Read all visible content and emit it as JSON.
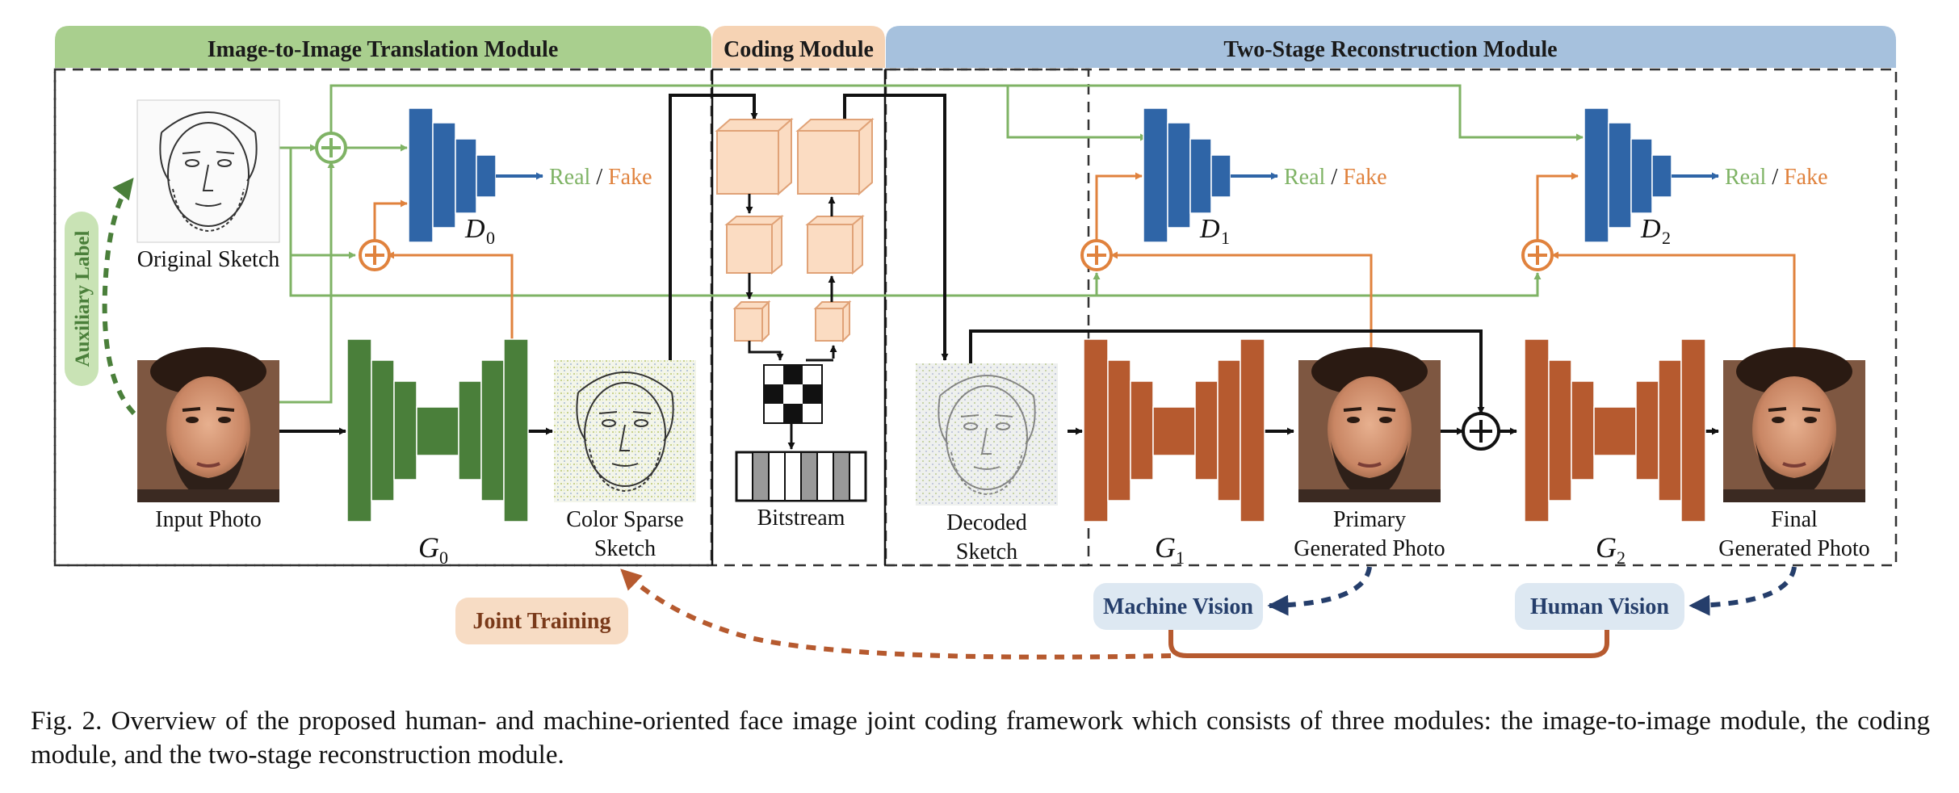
{
  "modules": {
    "i2i": "Image-to-Image Translation Module",
    "coding": "Coding Module",
    "recon": "Two-Stage Reconstruction Module"
  },
  "labels": {
    "original_sketch": "Original Sketch",
    "input_photo": "Input Photo",
    "color_sparse_1": "Color Sparse",
    "color_sparse_2": "Sketch",
    "bitstream": "Bitstream",
    "decoded_1": "Decoded",
    "decoded_2": "Sketch",
    "primary_1": "Primary",
    "primary_2": "Generated Photo",
    "final_1": "Final",
    "final_2": "Generated Photo",
    "auxiliary": "Auxiliary Label",
    "joint_training": "Joint Training",
    "machine_vision": "Machine Vision",
    "human_vision": "Human Vision"
  },
  "networks": {
    "g0": "G",
    "g0_sub": "0",
    "g1": "G",
    "g1_sub": "1",
    "g2": "G",
    "g2_sub": "2",
    "d0": "D",
    "d0_sub": "0",
    "d1": "D",
    "d1_sub": "1",
    "d2": "D",
    "d2_sub": "2"
  },
  "outputs": {
    "real": "Real",
    "sep": " / ",
    "fake": "Fake"
  },
  "caption": "Fig. 2.  Overview of the proposed human- and machine-oriented face image joint coding framework which consists of three modules: the image-to-image module, the coding module, and the two-stage reconstruction module.",
  "colors": {
    "green_header": "#a9cf8e",
    "orange_header": "#f6d3b4",
    "blue_header": "#a6c1dd",
    "discriminator": "#2f65a7",
    "generator_g0": "#4a7f3a",
    "generator_g12": "#b65a2f",
    "line_green": "#7fb365",
    "line_orange": "#e0823d",
    "cube": "#fbdcc2",
    "vision_box": "#dde8f2",
    "joint_box": "#f7dcc4"
  }
}
